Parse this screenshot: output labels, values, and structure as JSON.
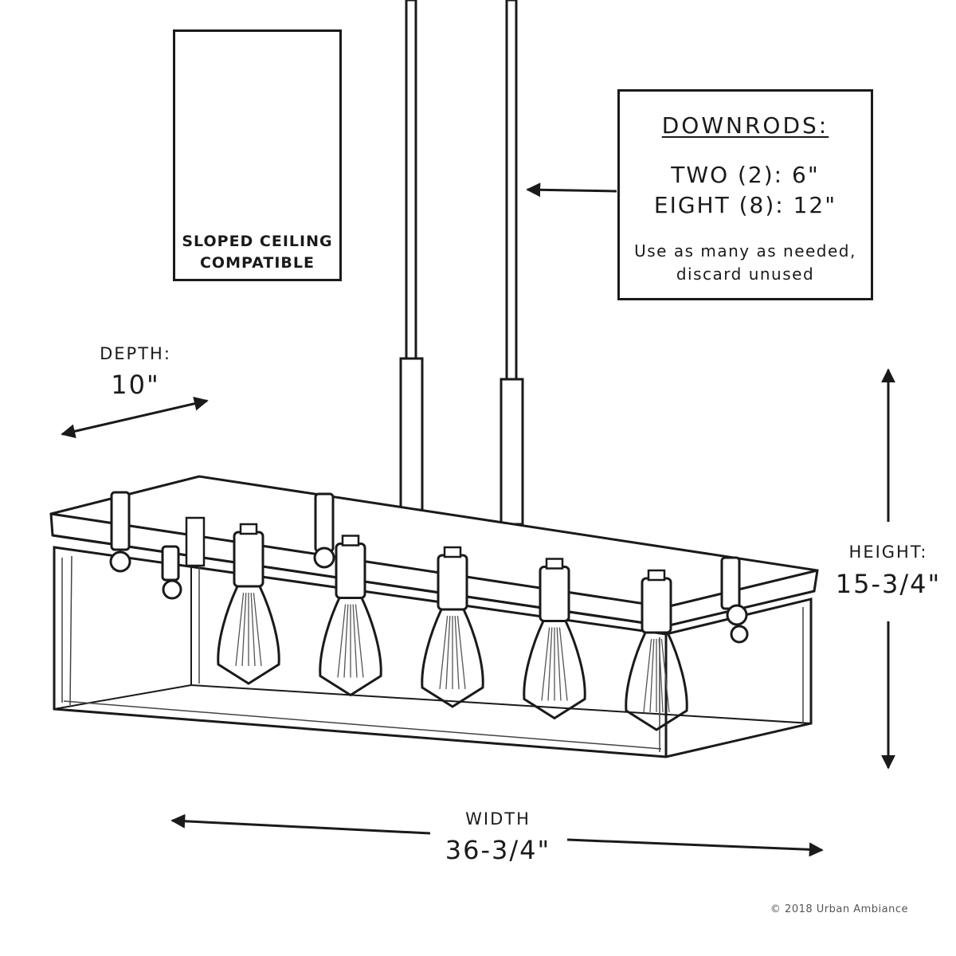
{
  "sloped_ceiling": {
    "line1": "SLOPED CEILING",
    "line2": "COMPATIBLE"
  },
  "downrods": {
    "title": "DOWNRODS:",
    "line1": "TWO (2): 6\"",
    "line2": "EIGHT (8): 12\"",
    "note1": "Use as many as needed,",
    "note2": "discard unused"
  },
  "dimensions": {
    "depth_label": "DEPTH:",
    "depth_value": "10\"",
    "height_label": "HEIGHT:",
    "height_value": "15-3/4\"",
    "width_label": "WIDTH",
    "width_value": "36-3/4\""
  },
  "copyright": "© 2018 Urban Ambiance",
  "colors": {
    "line": "#1a1a1a",
    "background": "#ffffff"
  },
  "bulb_count": 5
}
